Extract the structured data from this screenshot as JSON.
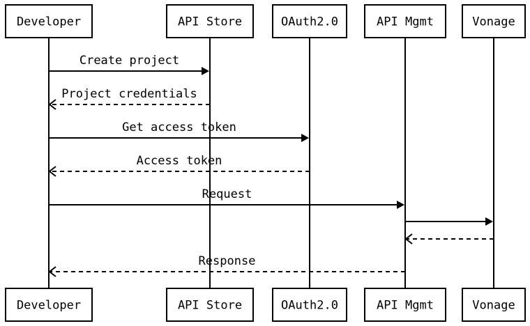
{
  "participants": [
    {
      "id": "dev",
      "label": "Developer"
    },
    {
      "id": "store",
      "label": "API Store"
    },
    {
      "id": "oauth",
      "label": "OAuth2.0"
    },
    {
      "id": "mgmt",
      "label": "API Mgmt"
    },
    {
      "id": "vonage",
      "label": "Vonage"
    }
  ],
  "messages": [
    {
      "from": "dev",
      "to": "store",
      "label": "Create project",
      "style": "solid"
    },
    {
      "from": "store",
      "to": "dev",
      "label": "Project credentials",
      "style": "dashed"
    },
    {
      "from": "dev",
      "to": "oauth",
      "label": "Get access token",
      "style": "solid"
    },
    {
      "from": "oauth",
      "to": "dev",
      "label": "Access token",
      "style": "dashed"
    },
    {
      "from": "dev",
      "to": "mgmt",
      "label": "Request",
      "style": "solid"
    },
    {
      "from": "mgmt",
      "to": "vonage",
      "label": "",
      "style": "solid"
    },
    {
      "from": "vonage",
      "to": "mgmt",
      "label": "",
      "style": "dashed"
    },
    {
      "from": "mgmt",
      "to": "dev",
      "label": "Response",
      "style": "dashed"
    }
  ],
  "colors": {
    "line": "#000000",
    "background": "#ffffff"
  }
}
